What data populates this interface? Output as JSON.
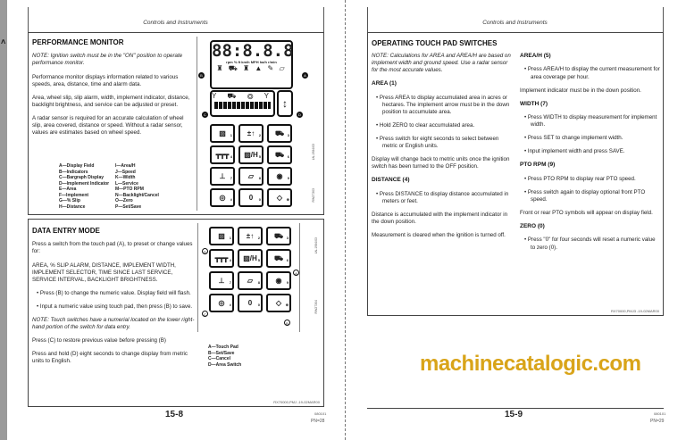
{
  "header": "Controls and Instruments",
  "watermark": "machinecatalogic.com",
  "left_page": {
    "performance_monitor": {
      "title": "PERFORMANCE MONITOR",
      "note_label": "NOTE:",
      "note": "Ignition switch must be in the \"ON\" position to operate performance monitor.",
      "p1": "Performance monitor displays information related to various speeds, area, distance, time and alarm data.",
      "p2": "Area, wheel slip, slip alarm, width, implement indicator, distance, backlight brightness, and service can be adjusted or preset.",
      "p3": "A radar sensor is required for an accurate calculation of wheel slip, area covered, distance or speed. Without a radar sensor, values are estimates based on wheel speed.",
      "legend_left": [
        "A—Display Field",
        "B—Indicators",
        "C—Bargraph Display",
        "D—Implement Indicator",
        "E—Area",
        "F—Implement",
        "G—% Slip",
        "H—Distance"
      ],
      "legend_right": [
        "I—Area/H",
        "J—Speed",
        "K—Width",
        "L—Service",
        "M—PTO RPM",
        "N—Backlight/Cancel",
        "O—Zero",
        "P—Set/Save"
      ],
      "display_digits": "88:8.8.8",
      "display_units": "rpm % ft km/h MPH ha/h r/min",
      "figure_codes": [
        "LN-1984/03",
        "RW27303"
      ]
    },
    "data_entry": {
      "title": "DATA ENTRY MODE",
      "p1": "Press a switch from the touch pad (A), to preset or change values for:",
      "p2": "AREA, % SLIP ALARM, DISTANCE, IMPLEMENT WIDTH, IMPLEMENT SELECTOR, TIME SINCE LAST SERVICE, SERVICE INTERVAL, BACKLIGHT BRIGHTNESS.",
      "bullets": [
        "Press (B) to change the numeric value. Display field will flash.",
        "Input a numeric value using touch pad, then press (B) to save."
      ],
      "note_label": "NOTE:",
      "note": "Touch switches have a numerial located on the lower right-hand portion of the switch for data entry.",
      "p3": "Press (C) to restore previous value before pressing (B)",
      "p4": "Press and hold (D) eight seconds to change display from metric units to English.",
      "legend": [
        "A—Touch Pad",
        "B—Set/Save",
        "C—Cancel",
        "D—Area Switch"
      ],
      "ref": "RX70000,PMJ -19-02MAR00",
      "figure_codes": [
        "LN-1984/03",
        "RW27304"
      ]
    },
    "page_number": "15-8",
    "footer_code": "PN=28",
    "footer_date": "080101"
  },
  "keypad": {
    "keys": [
      {
        "glyph": "▨",
        "num": "1"
      },
      {
        "glyph": "±↑",
        "num": "2"
      },
      {
        "glyph": "⛟",
        "num": "3"
      },
      {
        "glyph": "┳┳┳",
        "num": "4"
      },
      {
        "glyph": "▨/H",
        "num": "5"
      },
      {
        "glyph": "⛟",
        "num": "6"
      },
      {
        "glyph": "⊥",
        "num": "7"
      },
      {
        "glyph": "▱",
        "num": "8"
      },
      {
        "glyph": "◉",
        "num": "9"
      },
      {
        "glyph": "◎",
        "num": "#"
      },
      {
        "glyph": "0",
        "num": "0"
      },
      {
        "glyph": "◇",
        "num": "⊕"
      }
    ]
  },
  "right_page": {
    "title": "OPERATING TOUCH PAD SWITCHES",
    "note_label": "NOTE:",
    "note": "Calculations for AREA and AREA/H are based on implement width and ground speed. Use a radar sensor for the most accurate values.",
    "area": {
      "heading": "AREA (1)",
      "bullets": [
        "Press AREA to display accumulated area in acres or hectares. The implement arrow must be in the down position to accumulate area.",
        "Hold ZERO to clear accumulated area.",
        "Press switch for eight seconds to select between metric or English units."
      ],
      "p": "Display will change back to metric units once the ignition switch has been turned to the OFF position."
    },
    "distance": {
      "heading": "DISTANCE (4)",
      "bullets": [
        "Press DISTANCE to display distance accumulated in meters or feet."
      ],
      "p1": "Distance is accumulated with the implement indicator in the down position.",
      "p2": "Measurement is cleared when the ignition is turned off."
    },
    "areah": {
      "heading": "AREA/H (5)",
      "bullets": [
        "Press AREA/H to display the current measurement for area coverage per hour."
      ],
      "p": "Implement indicator must be in the down position."
    },
    "width": {
      "heading": "WIDTH (7)",
      "bullets": [
        "Press WIDTH to display measurement for implement width.",
        "Press SET to change implement width.",
        "Input implement width and press SAVE."
      ]
    },
    "pto": {
      "heading": "PTO RPM (9)",
      "bullets": [
        "Press PTO RPM to display rear PTO speed.",
        "Press switch again to display optional front PTO speed."
      ],
      "p": "Front or rear PTO symbols will appear on display field."
    },
    "zero": {
      "heading": "ZERO (0)",
      "bullets": [
        "Press \"0\" for four seconds will reset a numeric value to zero (0)."
      ]
    },
    "ref": "RX70000,PMJ3 -19-02MAR00",
    "page_number": "15-9",
    "footer_code": "PN=29",
    "footer_date": "080101"
  }
}
